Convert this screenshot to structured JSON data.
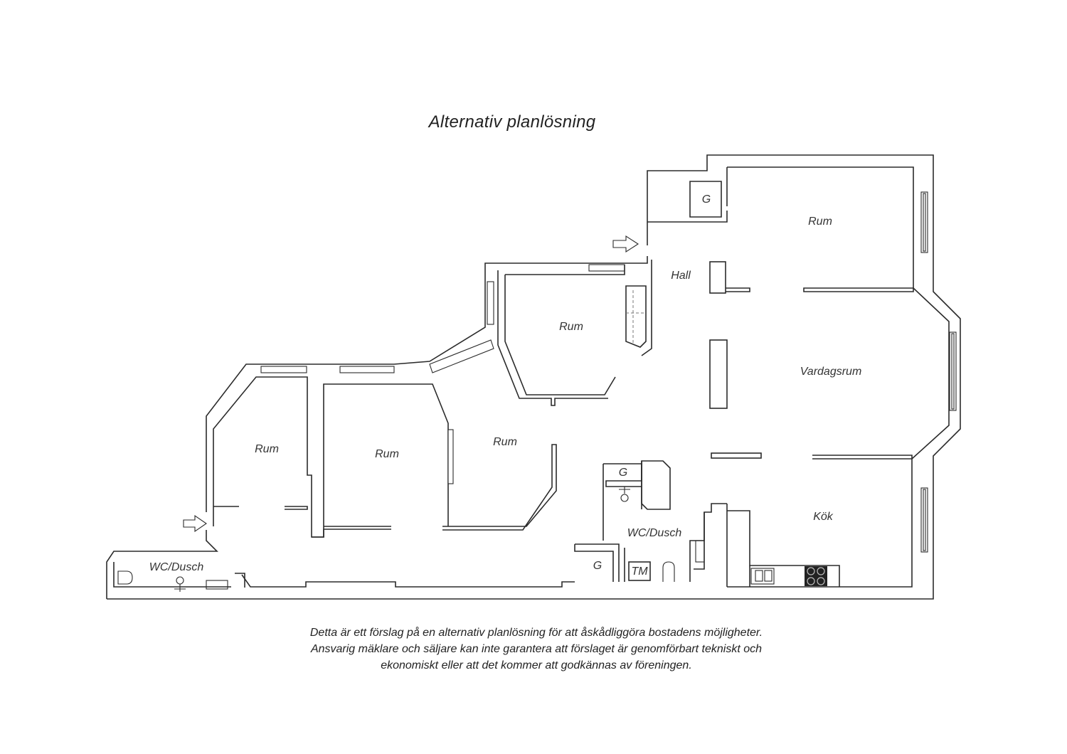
{
  "title": "Alternativ planlösning",
  "rooms": {
    "rum_top_right": "Rum",
    "hall": "Hall",
    "garderob_top": "G",
    "rum_center": "Rum",
    "vardagsrum": "Vardagsrum",
    "rum_left": "Rum",
    "rum_mid_left": "Rum",
    "rum_mid": "Rum",
    "garderob_mid": "G",
    "wc_dusch_mid": "WC/Dusch",
    "kok": "Kök",
    "wc_dusch_left": "WC/Dusch",
    "garderob_bottom": "G",
    "tm": "TM"
  },
  "disclaimer": {
    "line1": "Detta är ett förslag på en alternativ planlösning för att åskådliggöra bostadens möjligheter.",
    "line2": "Ansvarig mäklare och säljare kan inte garantera att förslaget är genomförbart tekniskt och",
    "line3": "ekonomiskt eller att det kommer att godkännas av föreningen."
  },
  "icons": {
    "entrance_arrows": "entrance-arrow-icon",
    "stove": "stove-icon",
    "sink": "sink-icon",
    "toilet": "toilet-icon",
    "shower": "shower-icon"
  }
}
